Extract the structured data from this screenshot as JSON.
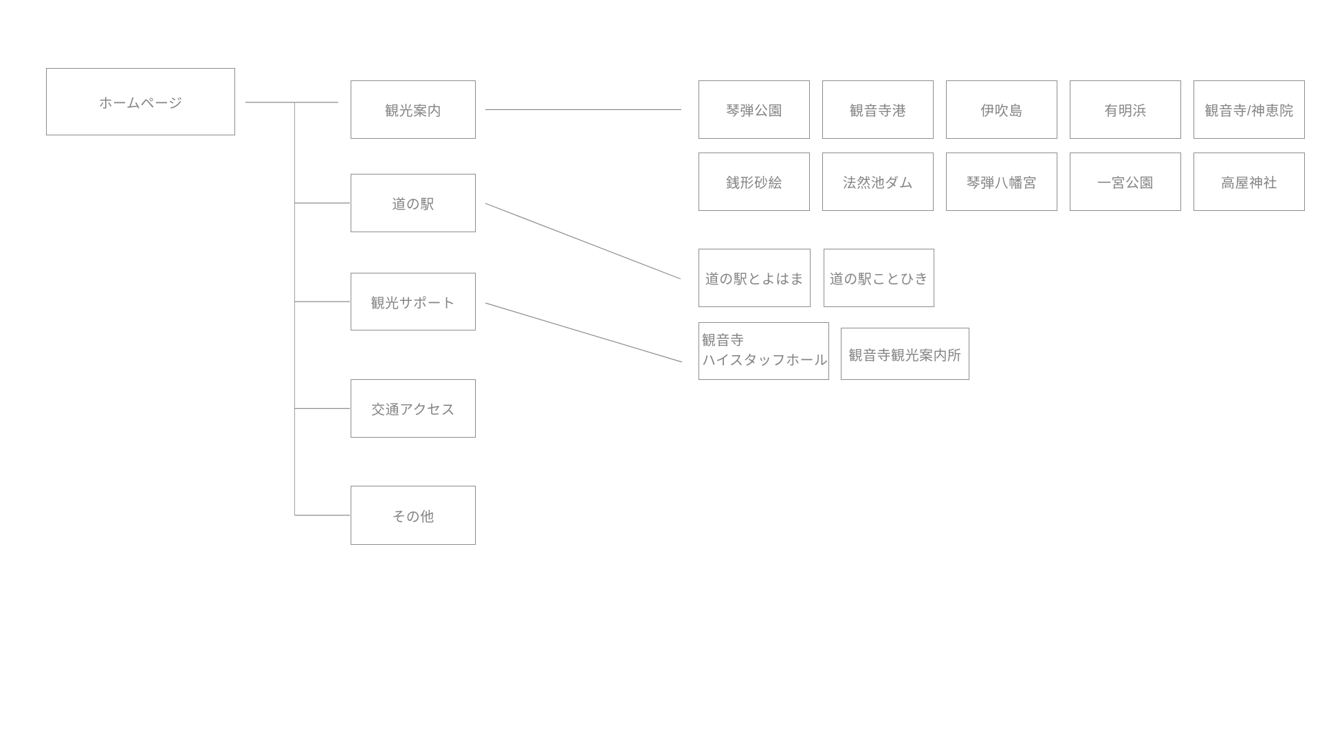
{
  "sitemap": {
    "root": {
      "label": "ホームページ"
    },
    "sections": [
      {
        "label": "観光案内"
      },
      {
        "label": "道の駅"
      },
      {
        "label": "観光サポート"
      },
      {
        "label": "交通アクセス"
      },
      {
        "label": "その他"
      }
    ],
    "sightseeing_row1": [
      {
        "label": "琴弾公園"
      },
      {
        "label": "観音寺港"
      },
      {
        "label": "伊吹島"
      },
      {
        "label": "有明浜"
      },
      {
        "label": "観音寺/神恵院"
      }
    ],
    "sightseeing_row2": [
      {
        "label": "銭形砂絵"
      },
      {
        "label": "法然池ダム"
      },
      {
        "label": "琴弾八幡宮"
      },
      {
        "label": "一宮公園"
      },
      {
        "label": "高屋神社"
      }
    ],
    "michinoeki_children": [
      {
        "label": "道の駅とよはま"
      },
      {
        "label": "道の駅ことひき"
      }
    ],
    "support_children": [
      {
        "line1": "観音寺",
        "line2": "ハイスタッフホール"
      },
      {
        "label": "観音寺観光案内所"
      }
    ],
    "colors": {
      "line": "#8b8b8b",
      "border": "#8b8b8b",
      "text": "#848484",
      "background": "#ffffff"
    }
  }
}
